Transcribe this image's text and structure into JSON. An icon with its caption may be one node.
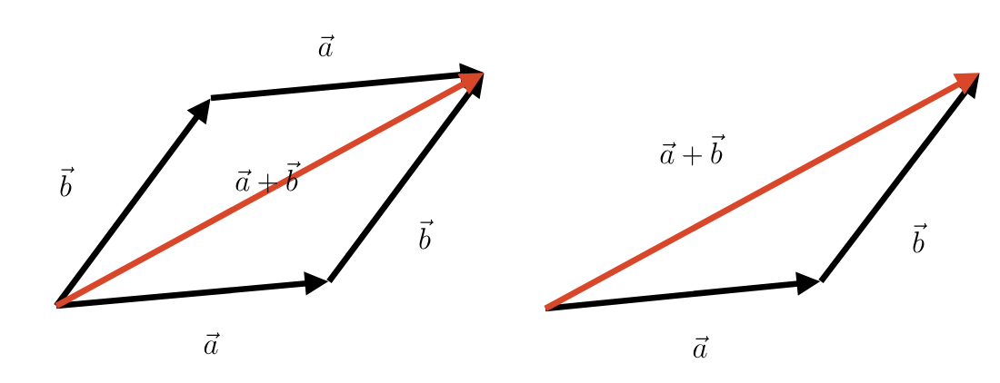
{
  "diagram": {
    "labels": [
      "\\vec{a}",
      "\\vec{a}+\\vec{b}",
      "\\vec{b}",
      "\\vec{a}+\\vec{b}",
      "\\vec{b}",
      "\\vec{b}",
      "\\vec{a}",
      "\\vec{a}"
    ]
  }
}
